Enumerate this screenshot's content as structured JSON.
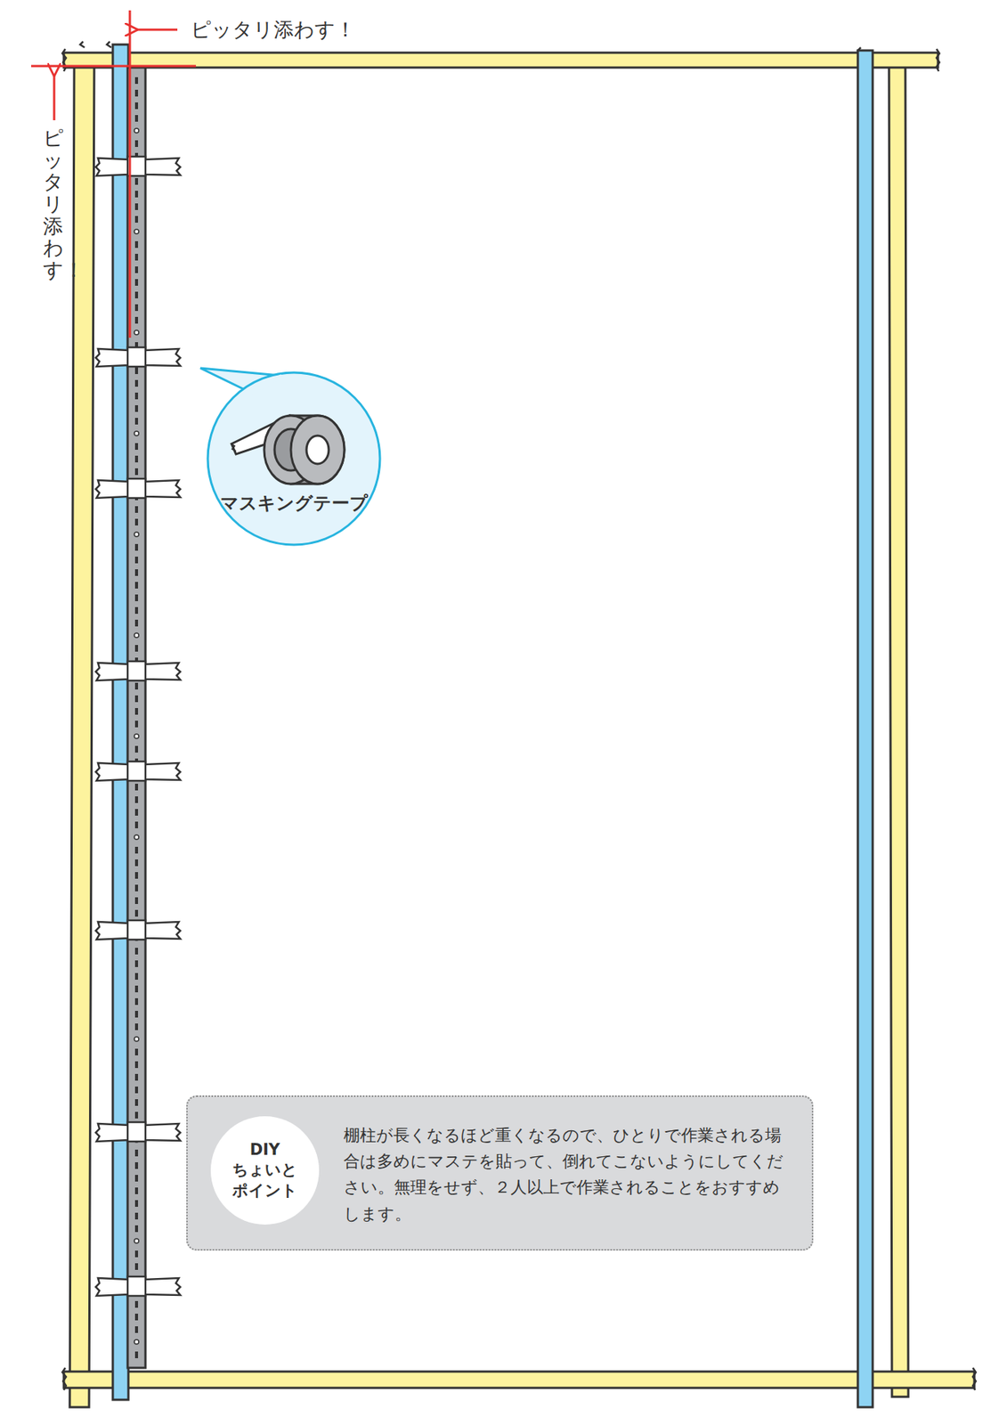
{
  "diagram": {
    "nodes": [
      {
        "text": [
          "マスキングテープ"
        ]
      },
      {
        "text": [
          "棚柱が長くなるほど重くなるので、ひとりで作業される場合は多めにマステを貼って、倒れてこないようにしてください。無理をせず、２人以上で作業されることをおすすめします。"
        ]
      },
      {
        "text": [
          "DIY ちょいと ポイント"
        ],
        "in": 1
      }
    ],
    "labels": [
      "ピッタリ添わす！",
      "ピッタリ添わす！"
    ]
  }
}
